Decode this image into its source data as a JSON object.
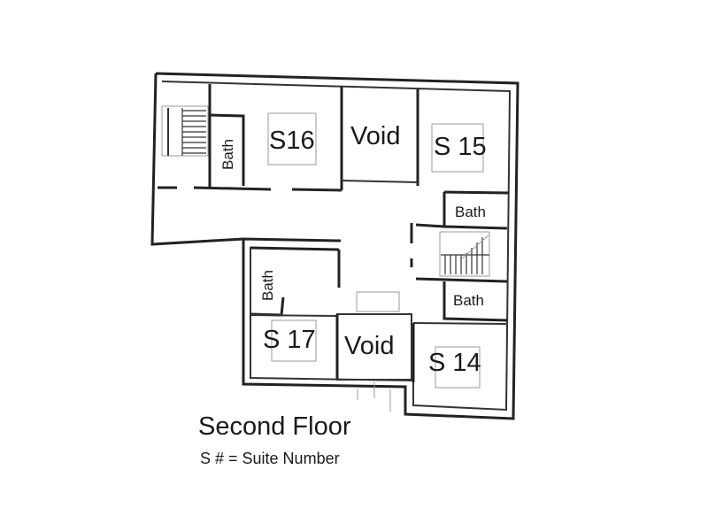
{
  "floor": {
    "title": "Second Floor",
    "legend": "S # = Suite Number"
  },
  "rooms": {
    "s16": "S16",
    "void_top": "Void",
    "s15": "S 15",
    "bath_left": "Bath",
    "bath_right_top": "Bath",
    "bath_right_bottom": "Bath",
    "bath_lower_left": "Bath",
    "s17": "S 17",
    "void_bottom": "Void",
    "s14": "S 14"
  }
}
